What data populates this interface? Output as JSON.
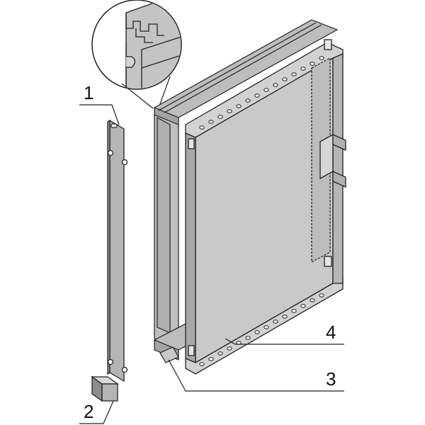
{
  "callouts": [
    {
      "id": "1",
      "label": "1"
    },
    {
      "id": "2",
      "label": "2"
    },
    {
      "id": "3",
      "label": "3"
    },
    {
      "id": "4",
      "label": "4"
    }
  ],
  "colors": {
    "panel_fill": "#c9c9c9",
    "panel_edge": "#9c9c9c",
    "rail_fill": "#bdbdbd",
    "line": "#222222",
    "hole": "#ffffff"
  }
}
